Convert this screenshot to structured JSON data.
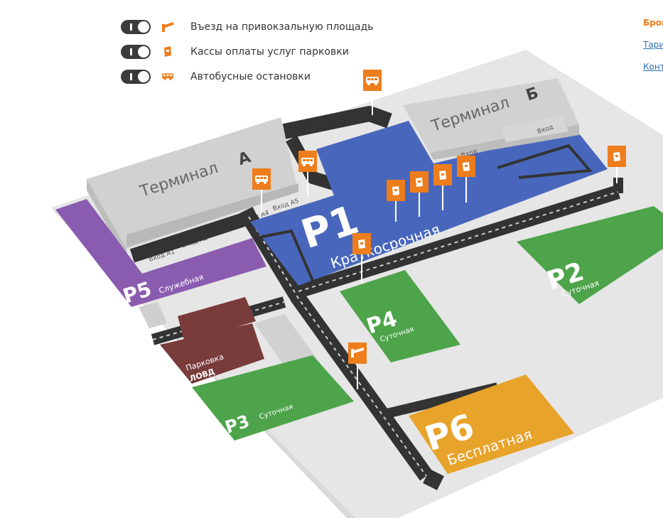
{
  "legend": [
    {
      "label": "Въезд на привокзальную площадь",
      "icon": "entrance-icon",
      "enabled": true
    },
    {
      "label": "Кассы оплаты услуг парковки",
      "icon": "payment-kiosk-icon",
      "enabled": true
    },
    {
      "label": "Автобусные остановки",
      "icon": "bus-icon",
      "enabled": true
    }
  ],
  "right_links": {
    "title": "Брон",
    "link1": "Тари",
    "link2": "Конт"
  },
  "terminals": {
    "a": {
      "name": "Терминал",
      "letter": "А",
      "entrances": [
        "Вход А1",
        "Вход А2",
        "Вход А3",
        "Вход А4",
        "Вход А5"
      ]
    },
    "b": {
      "name": "Терминал",
      "letter": "Б",
      "entrance1": "Вход",
      "entrance2": "Вход"
    }
  },
  "parkings": {
    "p1": {
      "code": "P1",
      "type": "Краткосрочная",
      "color": "#4867bc"
    },
    "p2": {
      "code": "P2",
      "type": "Суточная",
      "color": "#4da44a"
    },
    "p3": {
      "code": "P3",
      "type": "Суточная",
      "color": "#4da44a"
    },
    "p4": {
      "code": "P4",
      "type": "Суточная",
      "color": "#4da44a"
    },
    "p5": {
      "code": "P5",
      "type": "Служебная",
      "color": "#8a5cb0"
    },
    "p6": {
      "code": "P6",
      "type": "Бесплатная",
      "color": "#e8a32a"
    },
    "lovd": {
      "line1": "Парковка",
      "line2": "ЛОВД",
      "color": "#7a3b3b"
    }
  },
  "colors": {
    "accent": "#ee7d1c",
    "road": "#333333",
    "ground": "#e6e6e6",
    "building": "#d4d4d4"
  }
}
